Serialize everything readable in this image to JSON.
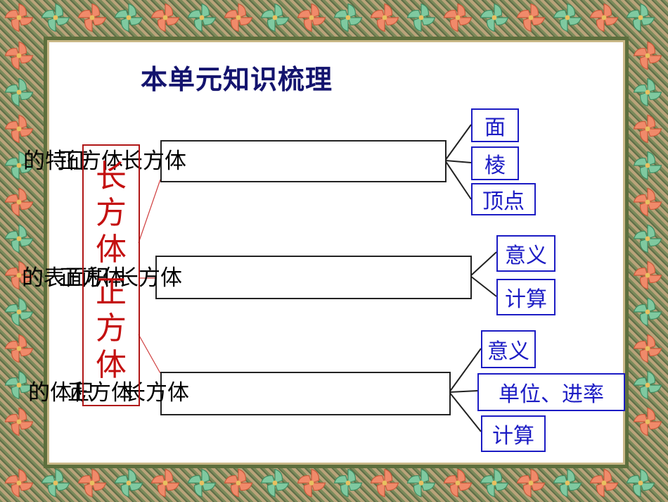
{
  "title": "本单元知识梳理",
  "center_label": [
    "长",
    "方",
    "体",
    "正",
    "方",
    "体"
  ],
  "branches": [
    {
      "overlap_texts": [
        "的特征",
        "长方体",
        "正方体"
      ],
      "leaves": [
        "面",
        "棱",
        "顶点"
      ]
    },
    {
      "overlap_texts": [
        "的表面积",
        "长方体",
        "正方体"
      ],
      "leaves": [
        "意义",
        "计算"
      ]
    },
    {
      "overlap_texts": [
        "的体积",
        "长方体",
        "正方体"
      ],
      "leaves": [
        "意义",
        "单位、进率",
        "计算"
      ]
    }
  ],
  "colors": {
    "title": "#14146e",
    "center_label": "#c41010",
    "leaf": "#1c1cc4"
  }
}
